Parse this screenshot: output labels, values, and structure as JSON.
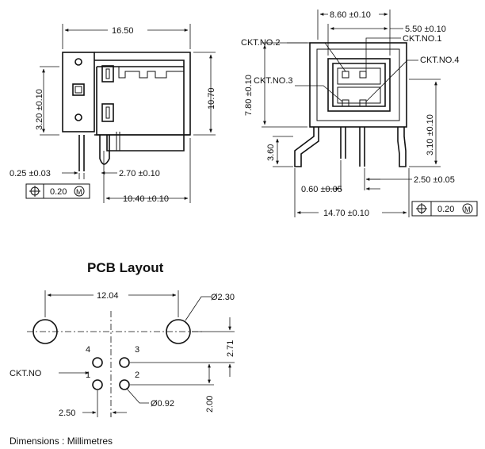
{
  "side_view": {
    "dim_width": "16.50",
    "dim_height": "10.70",
    "dim_upper": "3.20 ±0.10",
    "dim_pin_thickness": "0.25 ±0.03",
    "dim_pin_spacing": "2.70 ±0.10",
    "dim_depth": "10.40 ±0.10",
    "tolerance_value": "0.20",
    "tolerance_modifier": "M"
  },
  "front_view": {
    "dim_top": "8.60 ±0.10",
    "dim_port": "5.50 ±0.10",
    "dim_height": "7.80 ±0.10",
    "dim_stand": "3.60",
    "dim_pin_len": "3.10 ±0.10",
    "dim_pin_width": "0.60 ±0.05",
    "dim_pin_pitch": "2.50 ±0.05",
    "dim_total": "14.70 ±0.10",
    "ckt_no_1": "CKT.NO.1",
    "ckt_no_2": "CKT.NO.2",
    "ckt_no_3": "CKT.NO.3",
    "ckt_no_4": "CKT.NO.4",
    "tolerance_value": "0.20",
    "tolerance_modifier": "M"
  },
  "pcb_layout": {
    "title": "PCB Layout",
    "dim_span": "12.04",
    "dim_big_hole": "Ø2.30",
    "dim_row_offset": "2.71",
    "dim_row_pitch": "2.00",
    "dim_col_pitch": "2.50",
    "dim_small_hole": "Ø0.92",
    "ckt_label": "CKT.NO",
    "pin_1": "1",
    "pin_2": "2",
    "pin_3": "3",
    "pin_4": "4"
  },
  "footer": {
    "units_note": "Dimensions : Millimetres"
  }
}
